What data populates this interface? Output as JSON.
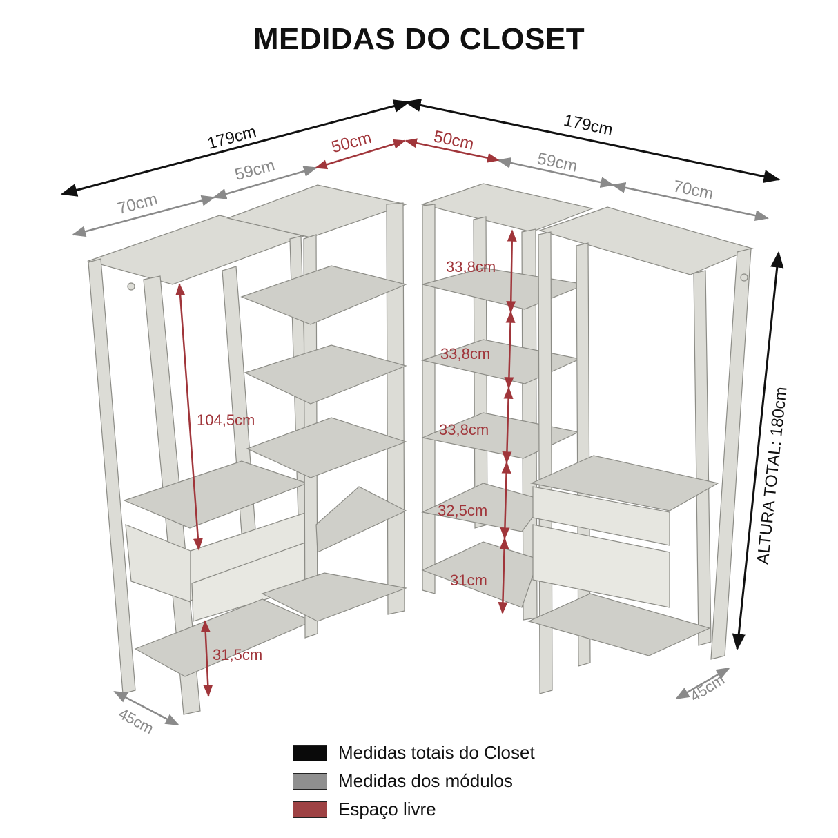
{
  "title": "MEDIDAS DO CLOSET",
  "colors": {
    "total": "#111111",
    "module": "#8a8a8a",
    "free": "#a0353a",
    "furniture": "#d9d9d3",
    "furniture_edge": "#8c8c86"
  },
  "dimensions": {
    "left_total": "179cm",
    "left_module_70": "70cm",
    "left_module_59": "59cm",
    "left_free_50": "50cm",
    "right_free_50": "50cm",
    "right_module_59": "59cm",
    "right_module_70": "70cm",
    "right_total": "179cm",
    "left_depth": "45cm",
    "right_depth": "45cm",
    "total_height": "ALTURA TOTAL: 180cm"
  },
  "spaces": {
    "hanging_left": "104,5cm",
    "bottom_left": "31,5cm",
    "shelves_right": [
      "33,8cm",
      "33,8cm",
      "33,8cm",
      "32,5cm",
      "31cm"
    ]
  },
  "legend": [
    {
      "label": "Medidas totais do Closet",
      "color": "#111111"
    },
    {
      "label": "Medidas dos módulos",
      "color": "#8a8a8a"
    },
    {
      "label": "Espaço livre",
      "color": "#a0353a"
    }
  ]
}
